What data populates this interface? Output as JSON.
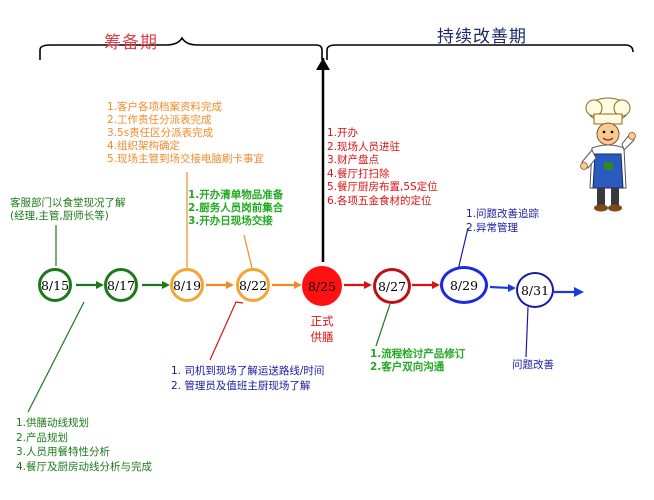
{
  "phases": {
    "prep": "筹备期",
    "improve": "持续改善期"
  },
  "dates": [
    "8/15",
    "8/17",
    "8/19",
    "8/22",
    "8/25",
    "8/27",
    "8/29",
    "8/31"
  ],
  "colors": {
    "green": "#1a7a1a",
    "bright_green": "#22aa22",
    "orange": "#f08b2a",
    "red": "#dd1111",
    "blue": "#1a1aa0",
    "arrow_blue": "#1a3ae0",
    "phase_red": "#e0404a",
    "phase_navy": "#1a2a6a"
  },
  "notes": {
    "n815_top": [
      "客服部门以食堂现况了解",
      "(经理,主管,厨师长等)"
    ],
    "n815_bottom": [
      "1.供膳动线规划",
      "2.产品规划",
      "3.人员用餐特性分析",
      "4.餐厅及厨房动线分析与完成"
    ],
    "n819_top": [
      "1.客户各项档案资料完成",
      "2.工作责任分派表完成",
      "3.5s责任区分派表完成",
      "4.组织架构确定",
      "5.现场主管到场交接电脑刷卡事宜"
    ],
    "n822_top": [
      "1.开办清单物品准备",
      "2.厨务人员岗前集合",
      "3.开办日现场交接"
    ],
    "n822_bottom": [
      "1. 司机到现场了解运送路线/时间",
      "2. 管理员及值班主厨现场了解"
    ],
    "n825_top": [
      "1.开办",
      "2.现场人员进驻",
      "3.财产盘点",
      "4.餐厅打扫除",
      "5.餐厅厨房布置,5S定位",
      "6.各项五金食材的定位"
    ],
    "n825_bottom": [
      "正式",
      "供膳"
    ],
    "n827_bottom": [
      "1.流程检讨产品修订",
      "2.客户双向沟通"
    ],
    "n829_top": [
      "1.问题改善追踪",
      "2.异常管理"
    ],
    "n831_bottom": [
      "问题改善"
    ]
  }
}
